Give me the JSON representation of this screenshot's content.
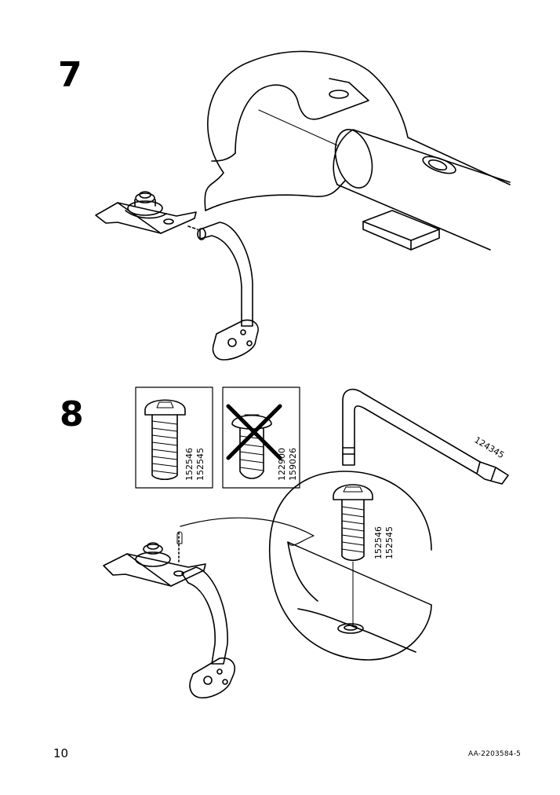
{
  "page": {
    "number": "10",
    "doc_code": "AA-2203584-5"
  },
  "steps": [
    {
      "number": "7"
    },
    {
      "number": "8"
    }
  ],
  "parts": {
    "correct_screw_codes": [
      "152546",
      "152545"
    ],
    "wrong_screw_codes": [
      "122900",
      "159026"
    ],
    "detail_screw_codes": [
      "152546",
      "152545"
    ],
    "allen_key_code": "124345"
  },
  "icons": {
    "correct": "screw-icon",
    "wrong": "crossed-out-screw-icon",
    "tool": "allen-key-icon"
  }
}
